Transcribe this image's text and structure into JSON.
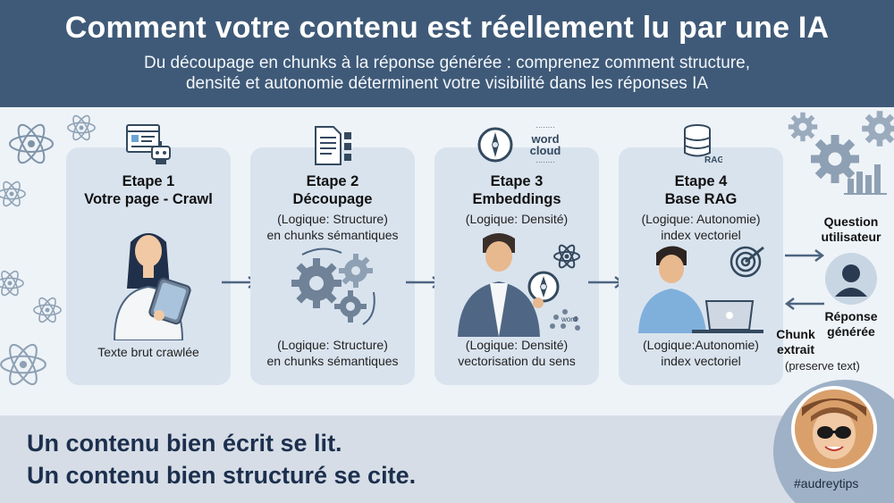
{
  "header": {
    "title": "Comment votre contenu est réellement lu par une IA",
    "subtitle_line1": "Du découpage en chunks à la réponse générée : comprenez comment structure,",
    "subtitle_line2": "densité et autonomie déterminent votre visibilité dans les réponses IA"
  },
  "steps": [
    {
      "label": "Etape 1",
      "name": "Votre page - Crawl",
      "foot": "Texte brut crawlée",
      "icon": "browser-robot-icon"
    },
    {
      "label": "Etape 2",
      "name": "Découpage",
      "logic": "(Logique: Structure)",
      "logic2": "en chunks sémantiques",
      "foot1": "(Logique: Structure)",
      "foot2": "en chunks sémantiques",
      "icon": "document-chunks-icon"
    },
    {
      "label": "Etape 3",
      "name": "Embeddings",
      "logic": "(Logique: Densité)",
      "foot1": "(Logique: Densité)",
      "foot2": "vectorisation du sens",
      "icon": "compass-wordcloud-icon",
      "wordcloud_big": "word cloud",
      "wordcloud_small": "word"
    },
    {
      "label": "Etape 4",
      "name": "Base RAG",
      "logic": "(Logique: Autonomie)",
      "logic2": "index vectoriel",
      "foot1": "(Logique:Autonomie)",
      "foot2": "index vectoriel",
      "icon": "database-rag-icon",
      "db_label": "RAG"
    }
  ],
  "side": {
    "question_line1": "Question",
    "question_line2": "utilisateur",
    "response_line1": "Réponse",
    "response_line2": "générée",
    "chunk_line1": "Chunk",
    "chunk_line2": "extrait",
    "preserve": "(preserve text)"
  },
  "footer": {
    "line1": "Un contenu bien écrit se lit.",
    "line2": "Un contenu bien structuré se cite.",
    "hashtag": "#audreytips"
  },
  "colors": {
    "header_bg": "#3f5a78",
    "card_bg": "#d9e3ee",
    "footer_bg": "#d6dde6",
    "footer_text": "#1c2f4d",
    "arrow": "#4d6580"
  }
}
